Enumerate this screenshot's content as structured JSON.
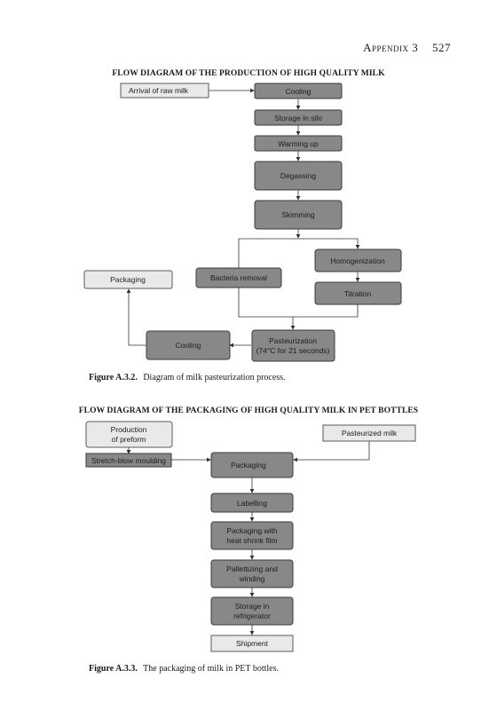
{
  "header": {
    "section": "Appendix 3",
    "page": "527"
  },
  "figure1": {
    "title": "FLOW DIAGRAM OF THE PRODUCTION OF HIGH QUALITY MILK",
    "nodes": {
      "raw_milk": "Arrival of raw milk",
      "cooling1": "Cooling",
      "storage_silo": "Storage in silo",
      "warming": "Warming up",
      "degassing": "Degassing",
      "skimming": "Skimming",
      "homogenization": "Homogenization",
      "bacteria": "Bacteria removal",
      "titration": "Titration",
      "packaging1": "Packaging",
      "pasteurization_l1": "Pasteurization",
      "pasteurization_l2": "(74°C  for 21 seconds)",
      "cooling2": "Cooling"
    },
    "caption_label": "Figure A.3.2.",
    "caption_text": "Diagram of milk pasteurization process."
  },
  "figure2": {
    "title": "FLOW DIAGRAM OF THE PACKAGING OF HIGH QUALITY MILK IN PET BOTTLES",
    "nodes": {
      "preform_l1": "Production",
      "preform_l2": "of preform",
      "stretch": "Stretch-blow moulding",
      "pasteurized": "Pasteurized milk",
      "packaging": "Packaging",
      "labelling": "Labelling",
      "shrink_l1": "Packaging with",
      "shrink_l2": "heat shrink film",
      "pallet_l1": "Pallettizing and",
      "pallet_l2": "winding",
      "storage_l1": "Storage in",
      "storage_l2": "refrigerator",
      "shipment": "Shipment"
    },
    "caption_label": "Figure A.3.3.",
    "caption_text": "The packaging of milk in PET bottles."
  }
}
